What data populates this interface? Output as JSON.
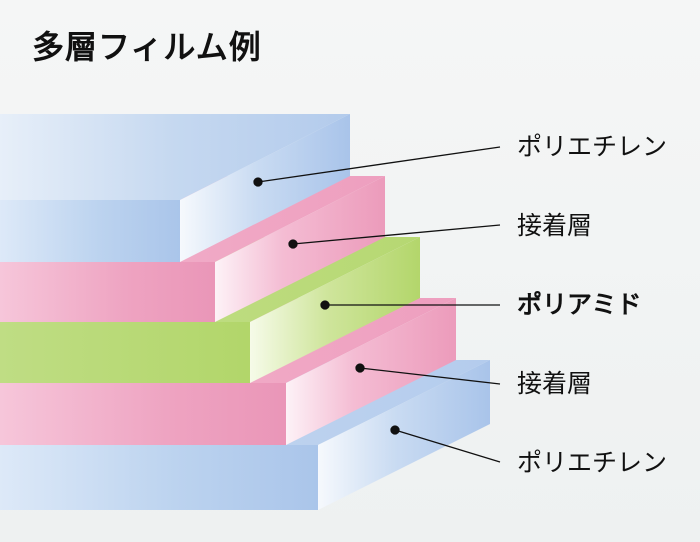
{
  "title": "多層フィルム例",
  "layers": [
    {
      "label": "ポリエチレン",
      "bold": false
    },
    {
      "label": "接着層",
      "bold": false
    },
    {
      "label": "ポリアミド",
      "bold": true
    },
    {
      "label": "接着層",
      "bold": false
    },
    {
      "label": "ポリエチレン",
      "bold": false
    }
  ],
  "colors": {
    "polyethylene": "#b8d0ee",
    "adhesive": "#ee9fbf",
    "polyamide": "#b6d86e",
    "leader": "#111111"
  }
}
